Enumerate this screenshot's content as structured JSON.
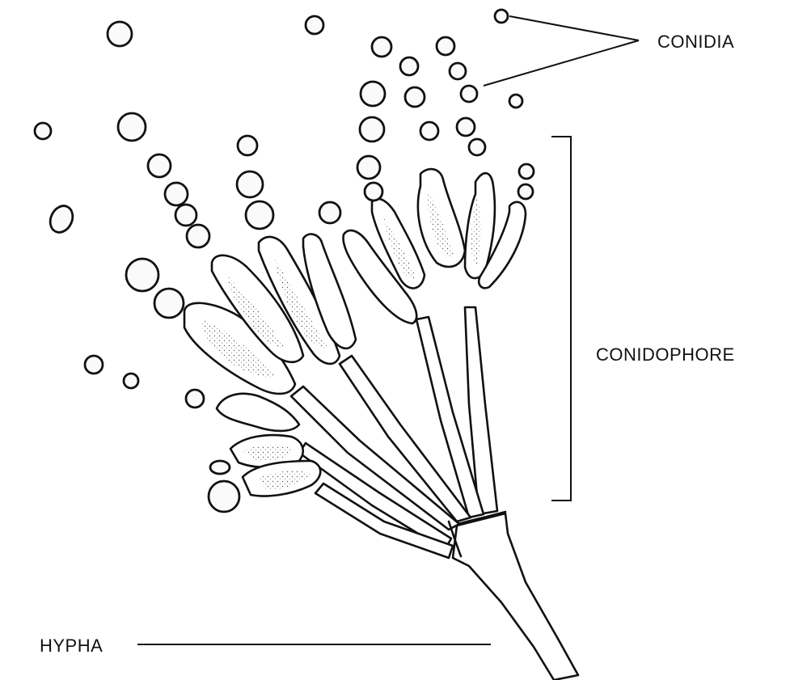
{
  "labels": {
    "conidia": "CONIDIA",
    "conidophore": "CONIDOPHORE",
    "hypha": "HYPHA"
  },
  "colors": {
    "ink": "#111111",
    "paper": "#ffffff"
  }
}
